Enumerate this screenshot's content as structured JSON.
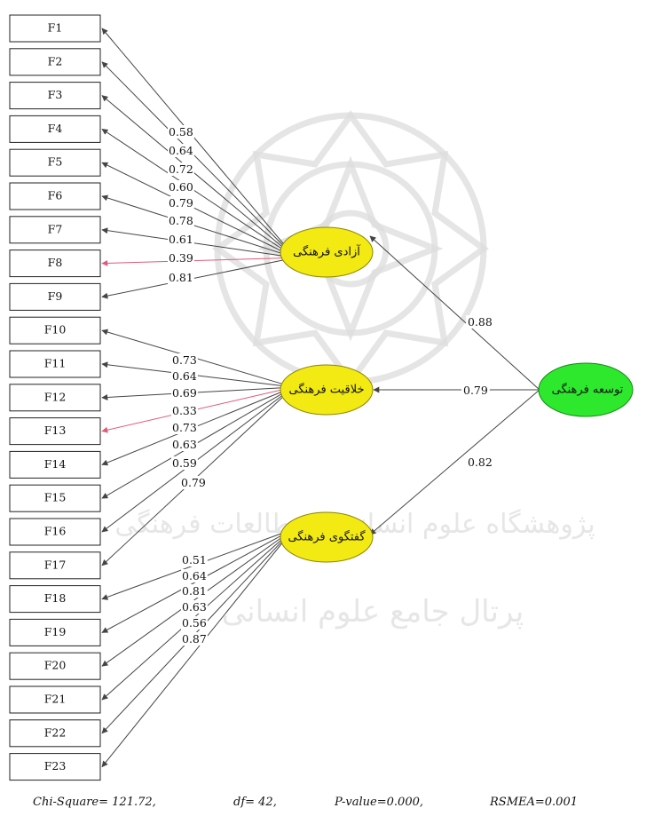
{
  "indicators": [
    "F1",
    "F2",
    "F3",
    "F4",
    "F5",
    "F6",
    "F7",
    "F8",
    "F9",
    "F10",
    "F11",
    "F12",
    "F13",
    "F14",
    "F15",
    "F16",
    "F17",
    "F18",
    "F19",
    "F20",
    "F21",
    "F22",
    "F23"
  ],
  "factors": [
    {
      "id": "freedom",
      "label": "آزادی فرهنگی",
      "indicators": [
        "F1",
        "F2",
        "F3",
        "F4",
        "F5",
        "F6",
        "F7",
        "F8",
        "F9"
      ],
      "loadings": [
        "0.58",
        "0.64",
        "0.72",
        "0.60",
        "0.79",
        "0.78",
        "0.61",
        "0.39",
        "0.81"
      ],
      "weak": [
        "F8"
      ]
    },
    {
      "id": "creativity",
      "label": "خلاقیت فرهنگی",
      "indicators": [
        "F10",
        "F11",
        "F12",
        "F13",
        "F14",
        "F15",
        "F16",
        "F17"
      ],
      "loadings": [
        "0.73",
        "0.64",
        "0.69",
        "0.33",
        "0.73",
        "0.63",
        "0.59",
        "0.79"
      ],
      "weak": [
        "F13"
      ]
    },
    {
      "id": "dialogue",
      "label": "گفتگوی فرهنگی",
      "indicators": [
        "F18",
        "F19",
        "F20",
        "F21",
        "F22",
        "F23"
      ],
      "loadings": [
        "0.51",
        "0.64",
        "0.81",
        "0.63",
        "0.56",
        "0.87"
      ],
      "weak": []
    }
  ],
  "second_order": {
    "label": "توسعه فرهنگی",
    "loadings": [
      "0.88",
      "0.79",
      "0.82"
    ]
  },
  "watermark": {
    "line1": "پژوهشگاه علوم انسانی و مطالعات فرهنگی",
    "line2": "پرتال جامع علوم انسانی"
  },
  "fit": {
    "chi_square": "Chi-Square= 121.72,",
    "df": "df= 42,",
    "p_value": "P-value=0.000,",
    "rmsea": "RSMEA=0.001"
  },
  "colors": {
    "first_order": "#f2ea12",
    "second_order": "#2ee82e",
    "weak_path": "#e05a7a",
    "path": "#444444"
  }
}
